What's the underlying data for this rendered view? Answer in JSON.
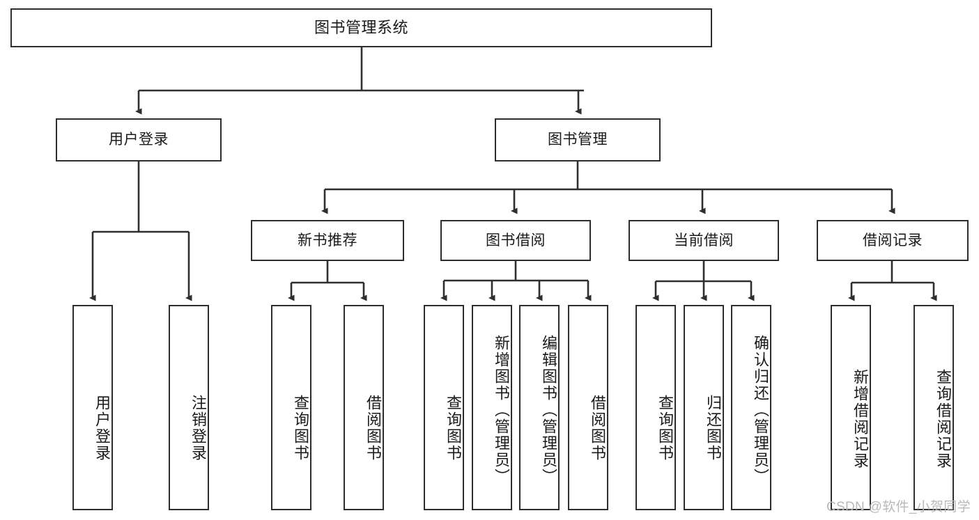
{
  "diagram": {
    "title": "图书管理系统",
    "watermark": "CSDN @软件_小贺同学",
    "line_color": "#2e2e2e",
    "box_border_color": "#2e2e2e",
    "background": "#ffffff",
    "text_color": "#1a1a1a"
  },
  "root": {
    "label": "图书管理系统"
  },
  "level1": [
    {
      "label": "用户登录"
    },
    {
      "label": "图书管理"
    }
  ],
  "level2": [
    {
      "label": "新书推荐"
    },
    {
      "label": "图书借阅"
    },
    {
      "label": "当前借阅"
    },
    {
      "label": "借阅记录"
    }
  ],
  "leaves": {
    "user_login": [
      {
        "label": "用户登录"
      },
      {
        "label": "注销登录"
      }
    ],
    "new_book": [
      {
        "label": "查询图书"
      },
      {
        "label": "借阅图书"
      }
    ],
    "book_borrow": [
      {
        "label": "查询图书"
      },
      {
        "label": "新增图书（管理员）"
      },
      {
        "label": "编辑图书（管理员）"
      },
      {
        "label": "借阅图书"
      }
    ],
    "current_borrow": [
      {
        "label": "查询图书"
      },
      {
        "label": "归还图书"
      },
      {
        "label": "确认归还（管理员）"
      }
    ],
    "borrow_record": [
      {
        "label": "新增借阅记录"
      },
      {
        "label": "查询借阅记录"
      }
    ]
  }
}
